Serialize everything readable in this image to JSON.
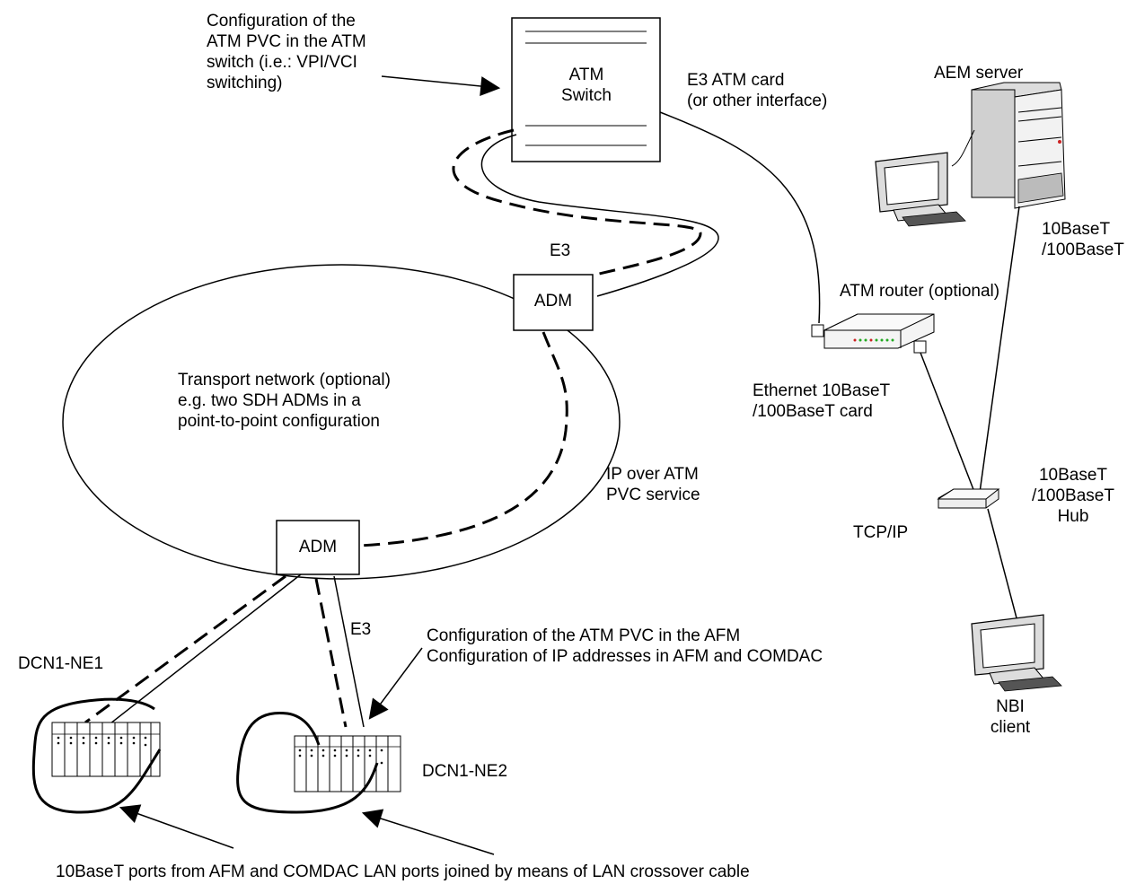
{
  "labels": {
    "config_switch": "Configuration of the\nATM PVC in the ATM\nswitch (i.e.: VPI/VCI\nswitching)",
    "atm_switch": "ATM\nSwitch",
    "e3_card": "E3 ATM card\n(or other interface)",
    "aem_server": "AEM server",
    "e3_top": "E3",
    "adm_top": "ADM",
    "tenbase_server": "10BaseT\n/100BaseT",
    "atm_router": "ATM router (optional)",
    "transport": "Transport network (optional)\ne.g. two SDH ADMs in a\npoint-to-point configuration",
    "ethernet_card": "Ethernet 10BaseT\n/100BaseT card",
    "ip_over_atm": "IP over ATM\nPVC service",
    "hub": "10BaseT\n/100BaseT\nHub",
    "tcpip": "TCP/IP",
    "adm_bottom": "ADM",
    "e3_bottom": "E3",
    "config_afm": "Configuration of the ATM PVC in the AFM\nConfiguration of IP addresses in AFM and COMDAC",
    "dcn1_ne1": "DCN1-NE1",
    "dcn1_ne2": "DCN1-NE2",
    "nbi_client": "NBI\nclient",
    "bottom_note": "10BaseT ports from AFM and COMDAC LAN ports joined by means of LAN crossover cable"
  },
  "icons": [
    "atm-switch-icon",
    "aem-server-icon",
    "workstation-icon",
    "atm-router-icon",
    "hub-icon",
    "network-element-icon",
    "nbi-client-workstation-icon"
  ],
  "colors": {
    "line": "#000000",
    "led_red": "#cc2222",
    "led_green": "#22aa22"
  }
}
